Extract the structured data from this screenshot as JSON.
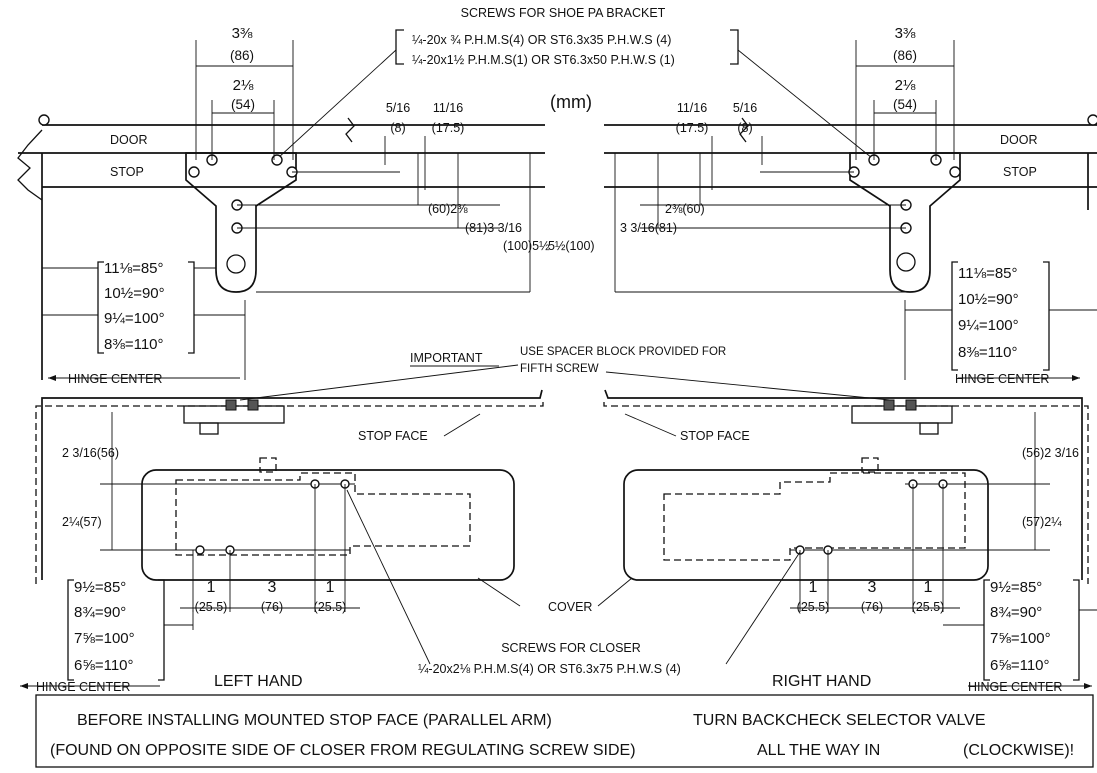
{
  "header": {
    "screws_title": "SCREWS FOR SHOE PA BRACKET",
    "screws_line1": "¼-20x ¾ P.H.M.S(4) OR ST6.3x35 P.H.W.S (4)",
    "screws_line2": "¼-20x1½ P.H.M.S(1) OR ST6.3x50 P.H.W.S (1)",
    "unit": "(mm)"
  },
  "labels": {
    "door": "DOOR",
    "stop": "STOP",
    "hinge_center": "HINGE CENTER",
    "stop_face": "STOP FACE",
    "cover": "COVER",
    "important": "IMPORTANT",
    "spacer_1": "USE SPACER BLOCK PROVIDED FOR",
    "spacer_2": "FIFTH SCREW",
    "closer_title": "SCREWS FOR CLOSER",
    "closer_screws": "¼-20x2⅛ P.H.M.S(4) OR ST6.3x75 P.H.W.S (4)",
    "left_hand": "LEFT HAND",
    "right_hand": "RIGHT HAND"
  },
  "dims": {
    "w86": "3⅜",
    "w86mm": "(86)",
    "w54": "2⅛",
    "w54mm": "(54)",
    "d8": "5/16",
    "d8mm": "(8)",
    "d17": "11/16",
    "d17mm": "(17.5)",
    "h60": "(60)2⅜",
    "h60r": "2⅜(60)",
    "h81": "(81)3 3/16",
    "h81r": "3 3/16(81)",
    "h100": "(100)5½",
    "h100r": "5½(100)",
    "v56": "2 3/16(56)",
    "v56r": "(56)2 3/16",
    "v57": "2¼(57)",
    "v57r": "(57)2¼",
    "s1": "1",
    "s1mm": "(25.5)",
    "s3": "3",
    "s3mm": "(76)"
  },
  "angles_top": [
    "11⅛=85°",
    "10½=90°",
    "9¼=100°",
    "8⅜=110°"
  ],
  "angles_bottom": [
    "9½=85°",
    "8¾=90°",
    "7⅝=100°",
    "6⅝=110°"
  ],
  "footer": {
    "line1a": "BEFORE INSTALLING MOUNTED STOP FACE (PARALLEL ARM)",
    "line1b": "TURN BACKCHECK SELECTOR VALVE",
    "line2a": "(FOUND ON OPPOSITE SIDE OF CLOSER FROM REGULATING SCREW SIDE)",
    "line2b": "ALL THE WAY IN",
    "line2c": "(CLOCKWISE)!"
  }
}
